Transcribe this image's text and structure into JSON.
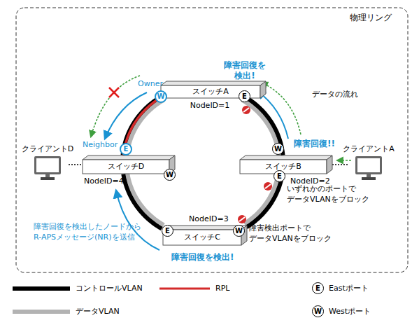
{
  "diagram": {
    "nodes": [
      {
        "text": [
          "物理リング"
        ]
      },
      {
        "text": [
          "スイッチA",
          "NodeID=1"
        ],
        "in": 0
      },
      {
        "text": [
          "クライアントD"
        ],
        "in": 0
      },
      {
        "text": [
          "スイッチD",
          "NodeID=4"
        ],
        "in": 0
      },
      {
        "text": [
          "スイッチB",
          "NodeID=2"
        ],
        "in": 0
      },
      {
        "text": [
          "クライアントA"
        ],
        "in": 0
      },
      {
        "text": [
          "NodeID=3",
          "スイッチC"
        ],
        "in": 0
      }
    ],
    "edges": [
      {
        "from": 1,
        "to": 4,
        "arrow": "none"
      },
      {
        "from": 4,
        "to": 6,
        "arrow": "none"
      },
      {
        "from": 6,
        "to": 3,
        "arrow": "none"
      },
      {
        "from": 3,
        "to": 1,
        "arrow": "none"
      },
      {
        "from": 2,
        "to": 3,
        "arrow": "none"
      },
      {
        "from": 5,
        "to": 4,
        "arrow": "none"
      }
    ],
    "labels": [
      "Owner",
      "障害回復を 検出!",
      "W",
      "E",
      "データの流れ",
      "Neighbor",
      "E",
      "W",
      "W",
      "障害回復!!",
      "E",
      "いずれかのポートで データVLANをブロック",
      "E",
      "W",
      "障害検出ポートで データVLANをブロック",
      "障害回復を検出したノードから R-APSメッセージ(NR)を送信",
      "障害回復を検出!",
      "E",
      "W"
    ],
    "legend": [
      {
        "text": "コントロールVLAN"
      },
      {
        "text": "RPL"
      },
      {
        "text": "データVLAN"
      },
      {
        "text": "Eastポート"
      },
      {
        "text": "Westポート"
      }
    ]
  }
}
